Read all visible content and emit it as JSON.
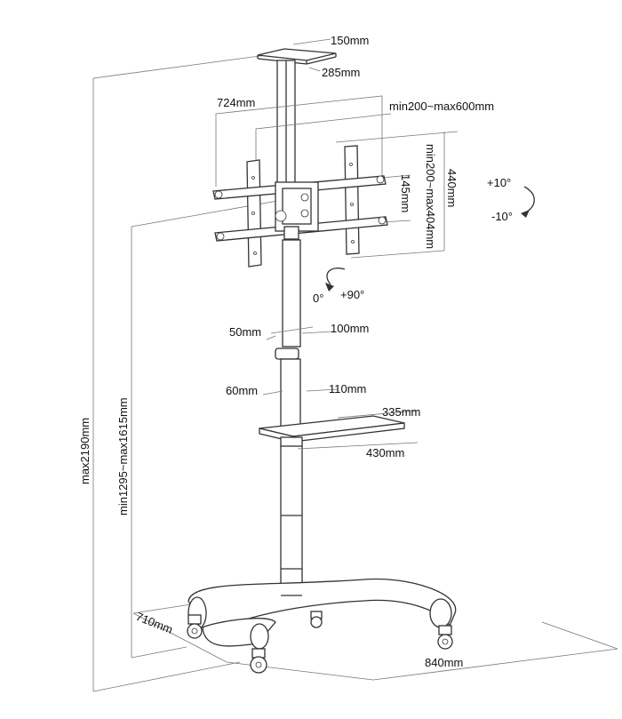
{
  "dimensions": {
    "top_plate_width": "150mm",
    "top_plate_depth": "285mm",
    "bracket_width": "724mm",
    "vesa_horizontal": "min200~max600mm",
    "vesa_vertical": "min200~max404mm",
    "bracket_height": "440mm",
    "arm_spacing": "145mm",
    "column_upper_depth": "50mm",
    "column_upper_width": "100mm",
    "column_lower_depth": "60mm",
    "column_lower_width": "110mm",
    "shelf_depth": "335mm",
    "shelf_width": "430mm",
    "total_height": "max2190mm",
    "mount_height": "min1295~max1615mm",
    "base_depth": "710mm",
    "base_width": "840mm"
  },
  "angles": {
    "tilt_up": "+10°",
    "tilt_down": "-10°",
    "rotate_zero": "0°",
    "rotate_max": "+90°"
  },
  "colors": {
    "line": "#333333",
    "dimension_line": "#777777",
    "text": "#111111"
  }
}
